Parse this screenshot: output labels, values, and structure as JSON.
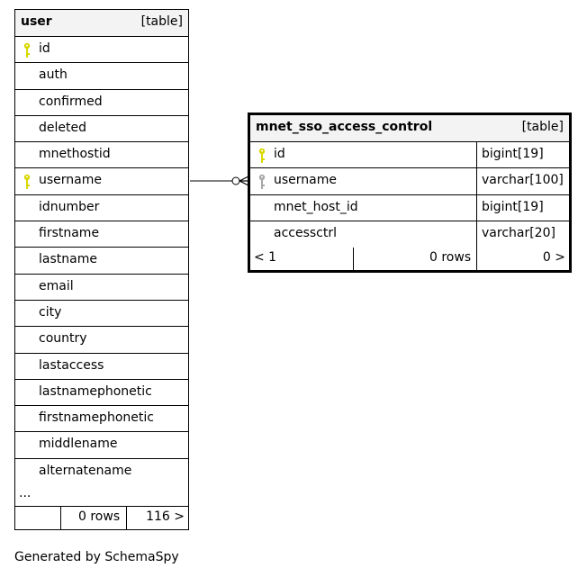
{
  "user_table": {
    "name": "user",
    "type": "[table]",
    "columns": [
      {
        "name": "id",
        "key": "primary"
      },
      {
        "name": "auth",
        "key": "none"
      },
      {
        "name": "confirmed",
        "key": "none"
      },
      {
        "name": "deleted",
        "key": "none"
      },
      {
        "name": "mnethostid",
        "key": "none"
      },
      {
        "name": "username",
        "key": "primary"
      },
      {
        "name": "idnumber",
        "key": "none"
      },
      {
        "name": "firstname",
        "key": "none"
      },
      {
        "name": "lastname",
        "key": "none"
      },
      {
        "name": "email",
        "key": "none"
      },
      {
        "name": "city",
        "key": "none"
      },
      {
        "name": "country",
        "key": "none"
      },
      {
        "name": "lastaccess",
        "key": "none"
      },
      {
        "name": "lastnamephonetic",
        "key": "none"
      },
      {
        "name": "firstnamephonetic",
        "key": "none"
      },
      {
        "name": "middlename",
        "key": "none"
      },
      {
        "name": "alternatename",
        "key": "none"
      }
    ],
    "more": "...",
    "footer": {
      "left": "",
      "rows": "0 rows",
      "children": "116 >"
    }
  },
  "sso_table": {
    "name": "mnet_sso_access_control",
    "type": "[table]",
    "columns": [
      {
        "name": "id",
        "type": "bigint[19]",
        "key": "primary"
      },
      {
        "name": "username",
        "type": "varchar[100]",
        "key": "foreign"
      },
      {
        "name": "mnet_host_id",
        "type": "bigint[19]",
        "key": "none"
      },
      {
        "name": "accessctrl",
        "type": "varchar[20]",
        "key": "none"
      }
    ],
    "footer": {
      "parents": "< 1",
      "rows": "0 rows",
      "children": "0 >"
    }
  },
  "colors": {
    "primary_key": "#d8d800",
    "foreign_key": "#a8a8a8",
    "header_bg": "#f3f3f3",
    "border": "#000000"
  },
  "generated_by": "Generated by SchemaSpy"
}
